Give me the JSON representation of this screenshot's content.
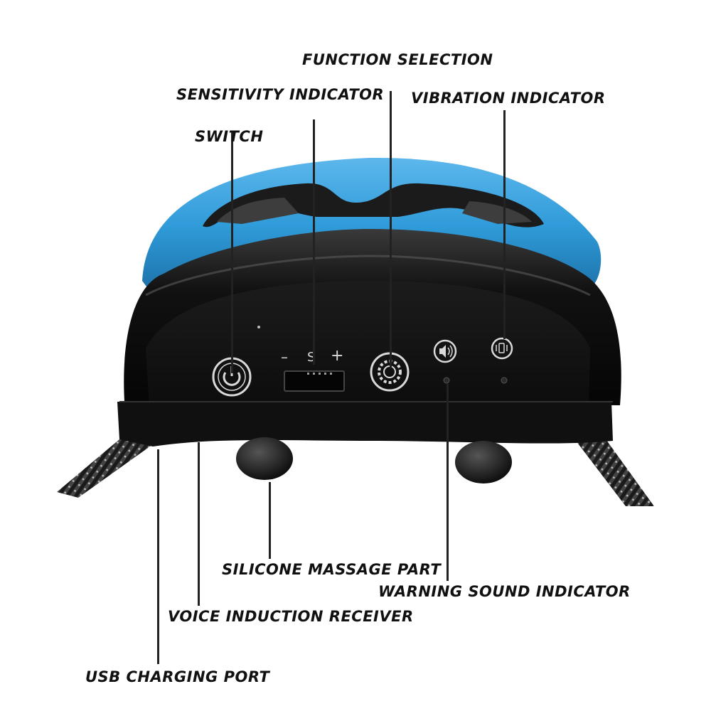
{
  "labels": {
    "function_selection": "FUNCTION SELECTION",
    "sensitivity_indicator": "SENSITIVITY INDICATOR",
    "vibration_indicator": "VIBRATION INDICATOR",
    "switch": "SWITCH",
    "silicone_massage_part": "SILICONE MASSAGE PART",
    "warning_sound_indicator": "WARNING SOUND INDICATOR",
    "voice_induction_receiver": "VOICE INDUCTION RECEIVER",
    "usb_charging_port": "USB CHARGING PORT"
  },
  "panel": {
    "sensitivity_minus": "–",
    "sensitivity_s": "S",
    "sensitivity_plus": "+"
  },
  "colors": {
    "shell_blue": "#2f9bd9",
    "shell_black": "#141414",
    "strap": "#2a2a2a",
    "panel_icon": "#d9d9d9"
  },
  "icons": [
    "power-icon",
    "gear-icon",
    "speaker-icon",
    "vibration-icon"
  ]
}
